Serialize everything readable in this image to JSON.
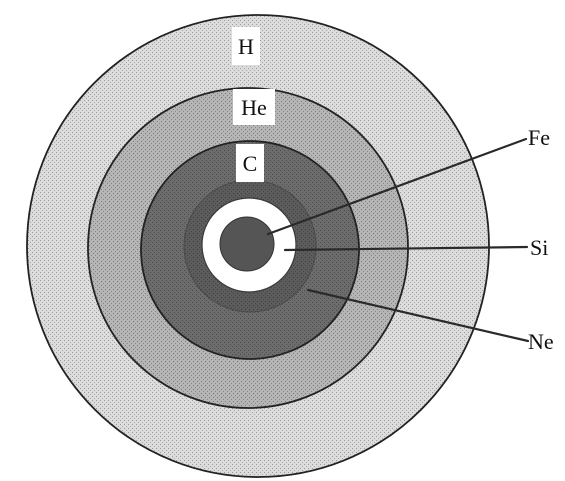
{
  "diagram": {
    "layers": [
      {
        "id": "h",
        "label": "H"
      },
      {
        "id": "he",
        "label": "He"
      },
      {
        "id": "c",
        "label": "C"
      }
    ],
    "callouts": [
      {
        "id": "fe",
        "label": "Fe"
      },
      {
        "id": "si",
        "label": "Si"
      },
      {
        "id": "ne",
        "label": "Ne"
      }
    ],
    "colors": {
      "h_shell": "#d9d9d9",
      "he_shell": "#b3b3b3",
      "c_shell": "#6e6e6e",
      "ne_shell": "#5f5f5f",
      "si_gap": "#ffffff",
      "fe_core": "#555555"
    }
  }
}
